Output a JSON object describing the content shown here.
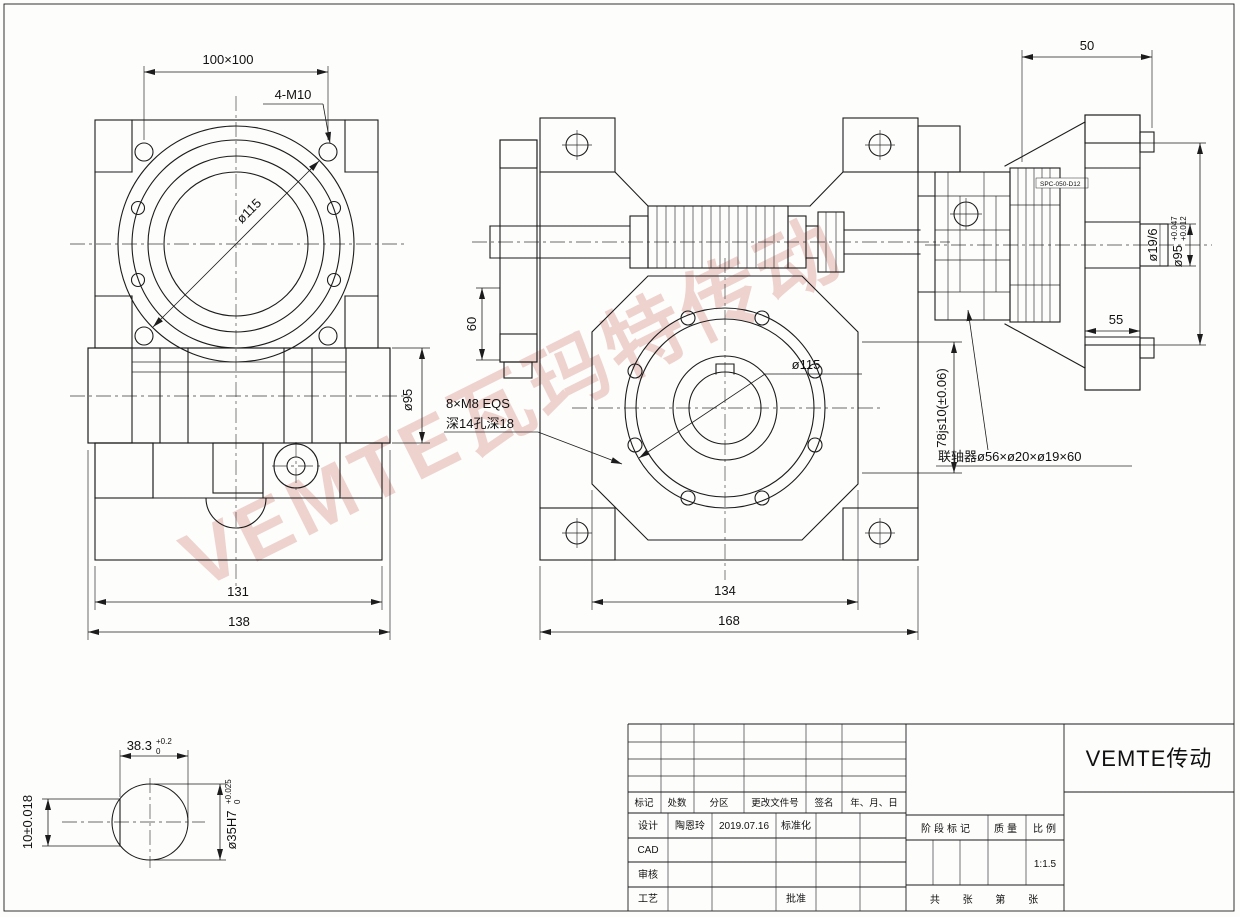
{
  "watermark": "VEMTE瓦玛特传动",
  "front_view": {
    "dim_square": "100×100",
    "bolt_callout": "4-M10",
    "dia_flange": "ø115",
    "dia_bore": "ø95",
    "dim_width_inner": "131",
    "dim_width_outer": "138"
  },
  "side_view": {
    "dia_flange": "ø115",
    "holes_callout_line1": "8×M8 EQS",
    "holes_callout_line2": "深14孔深18",
    "dim_height": "78js10(±0.06)",
    "dim_flange": "60",
    "dim_width_inner": "134",
    "dim_width_outer": "168"
  },
  "input_view": {
    "dim_length": "50",
    "dim_flange_thickness": "55",
    "dia_shaft": "ø19/6",
    "dia_spigot": "ø95",
    "dia_spigot_tol_upper": "+0.047",
    "dia_spigot_tol_lower": "+0.012",
    "coupling_callout": "联轴器ø56×ø20×ø19×60",
    "coupling_code": "SPC-050-D12"
  },
  "shaft_detail": {
    "dim_across": "38.3",
    "dim_across_tol_upper": "+0.2",
    "dim_across_tol_lower": "0",
    "dim_keyway": "10±0.018",
    "dia_bore": "ø35H7",
    "dia_bore_tol_upper": "+0.025",
    "dia_bore_tol_lower": "0"
  },
  "title_block": {
    "brand": "VEMTE传动",
    "headers": {
      "mark": "标记",
      "count": "处数",
      "zone": "分区",
      "doc_no": "更改文件号",
      "signature": "签名",
      "date": "年、月、日"
    },
    "rows": {
      "design_label": "设计",
      "designer": "陶恩玲",
      "design_date": "2019.07.16",
      "standardization": "标准化",
      "cad": "CAD",
      "review": "审核",
      "process": "工艺",
      "approve": "批准"
    },
    "stage_mark": "阶段标记",
    "weight": "质量",
    "scale_label": "比例",
    "scale_value": "1:1.5",
    "sheet_info": "共 张 第 张"
  }
}
